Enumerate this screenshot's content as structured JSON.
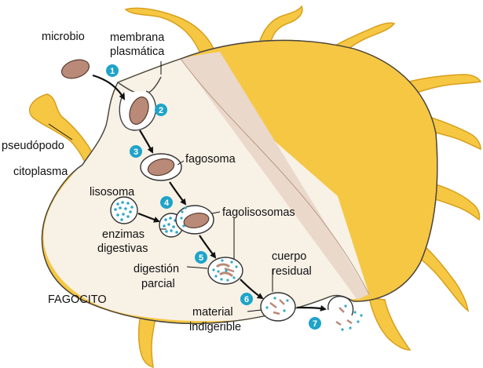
{
  "colors": {
    "body_yellow": "#f6c743",
    "body_yellow_dark": "#e0a61a",
    "cytoplasm": "#f8f1e6",
    "shade": "#ead8cb",
    "microbe": "#b98a78",
    "enzyme_dots": "#2fa9c9",
    "step_badge": "#1fa3c9",
    "outline": "#222222"
  },
  "labels": {
    "microbio": "microbio",
    "membrana_1": "membrana",
    "membrana_2": "plasmática",
    "pseudopodo": "pseudópodo",
    "citoplasma": "citoplasma",
    "fagosoma": "fagosoma",
    "lisosoma": "lisosoma",
    "fagolisosomas": "fagolisosomas",
    "enzimas_1": "enzimas",
    "enzimas_2": "digestivas",
    "digestion_1": "digestión",
    "digestion_2": "parcial",
    "cuerpo_1": "cuerpo",
    "cuerpo_2": "residual",
    "material_1": "material",
    "material_2": "indigerible",
    "fagocito": "FAGOCITO"
  },
  "steps": [
    "1",
    "2",
    "3",
    "4",
    "5",
    "6",
    "7"
  ]
}
